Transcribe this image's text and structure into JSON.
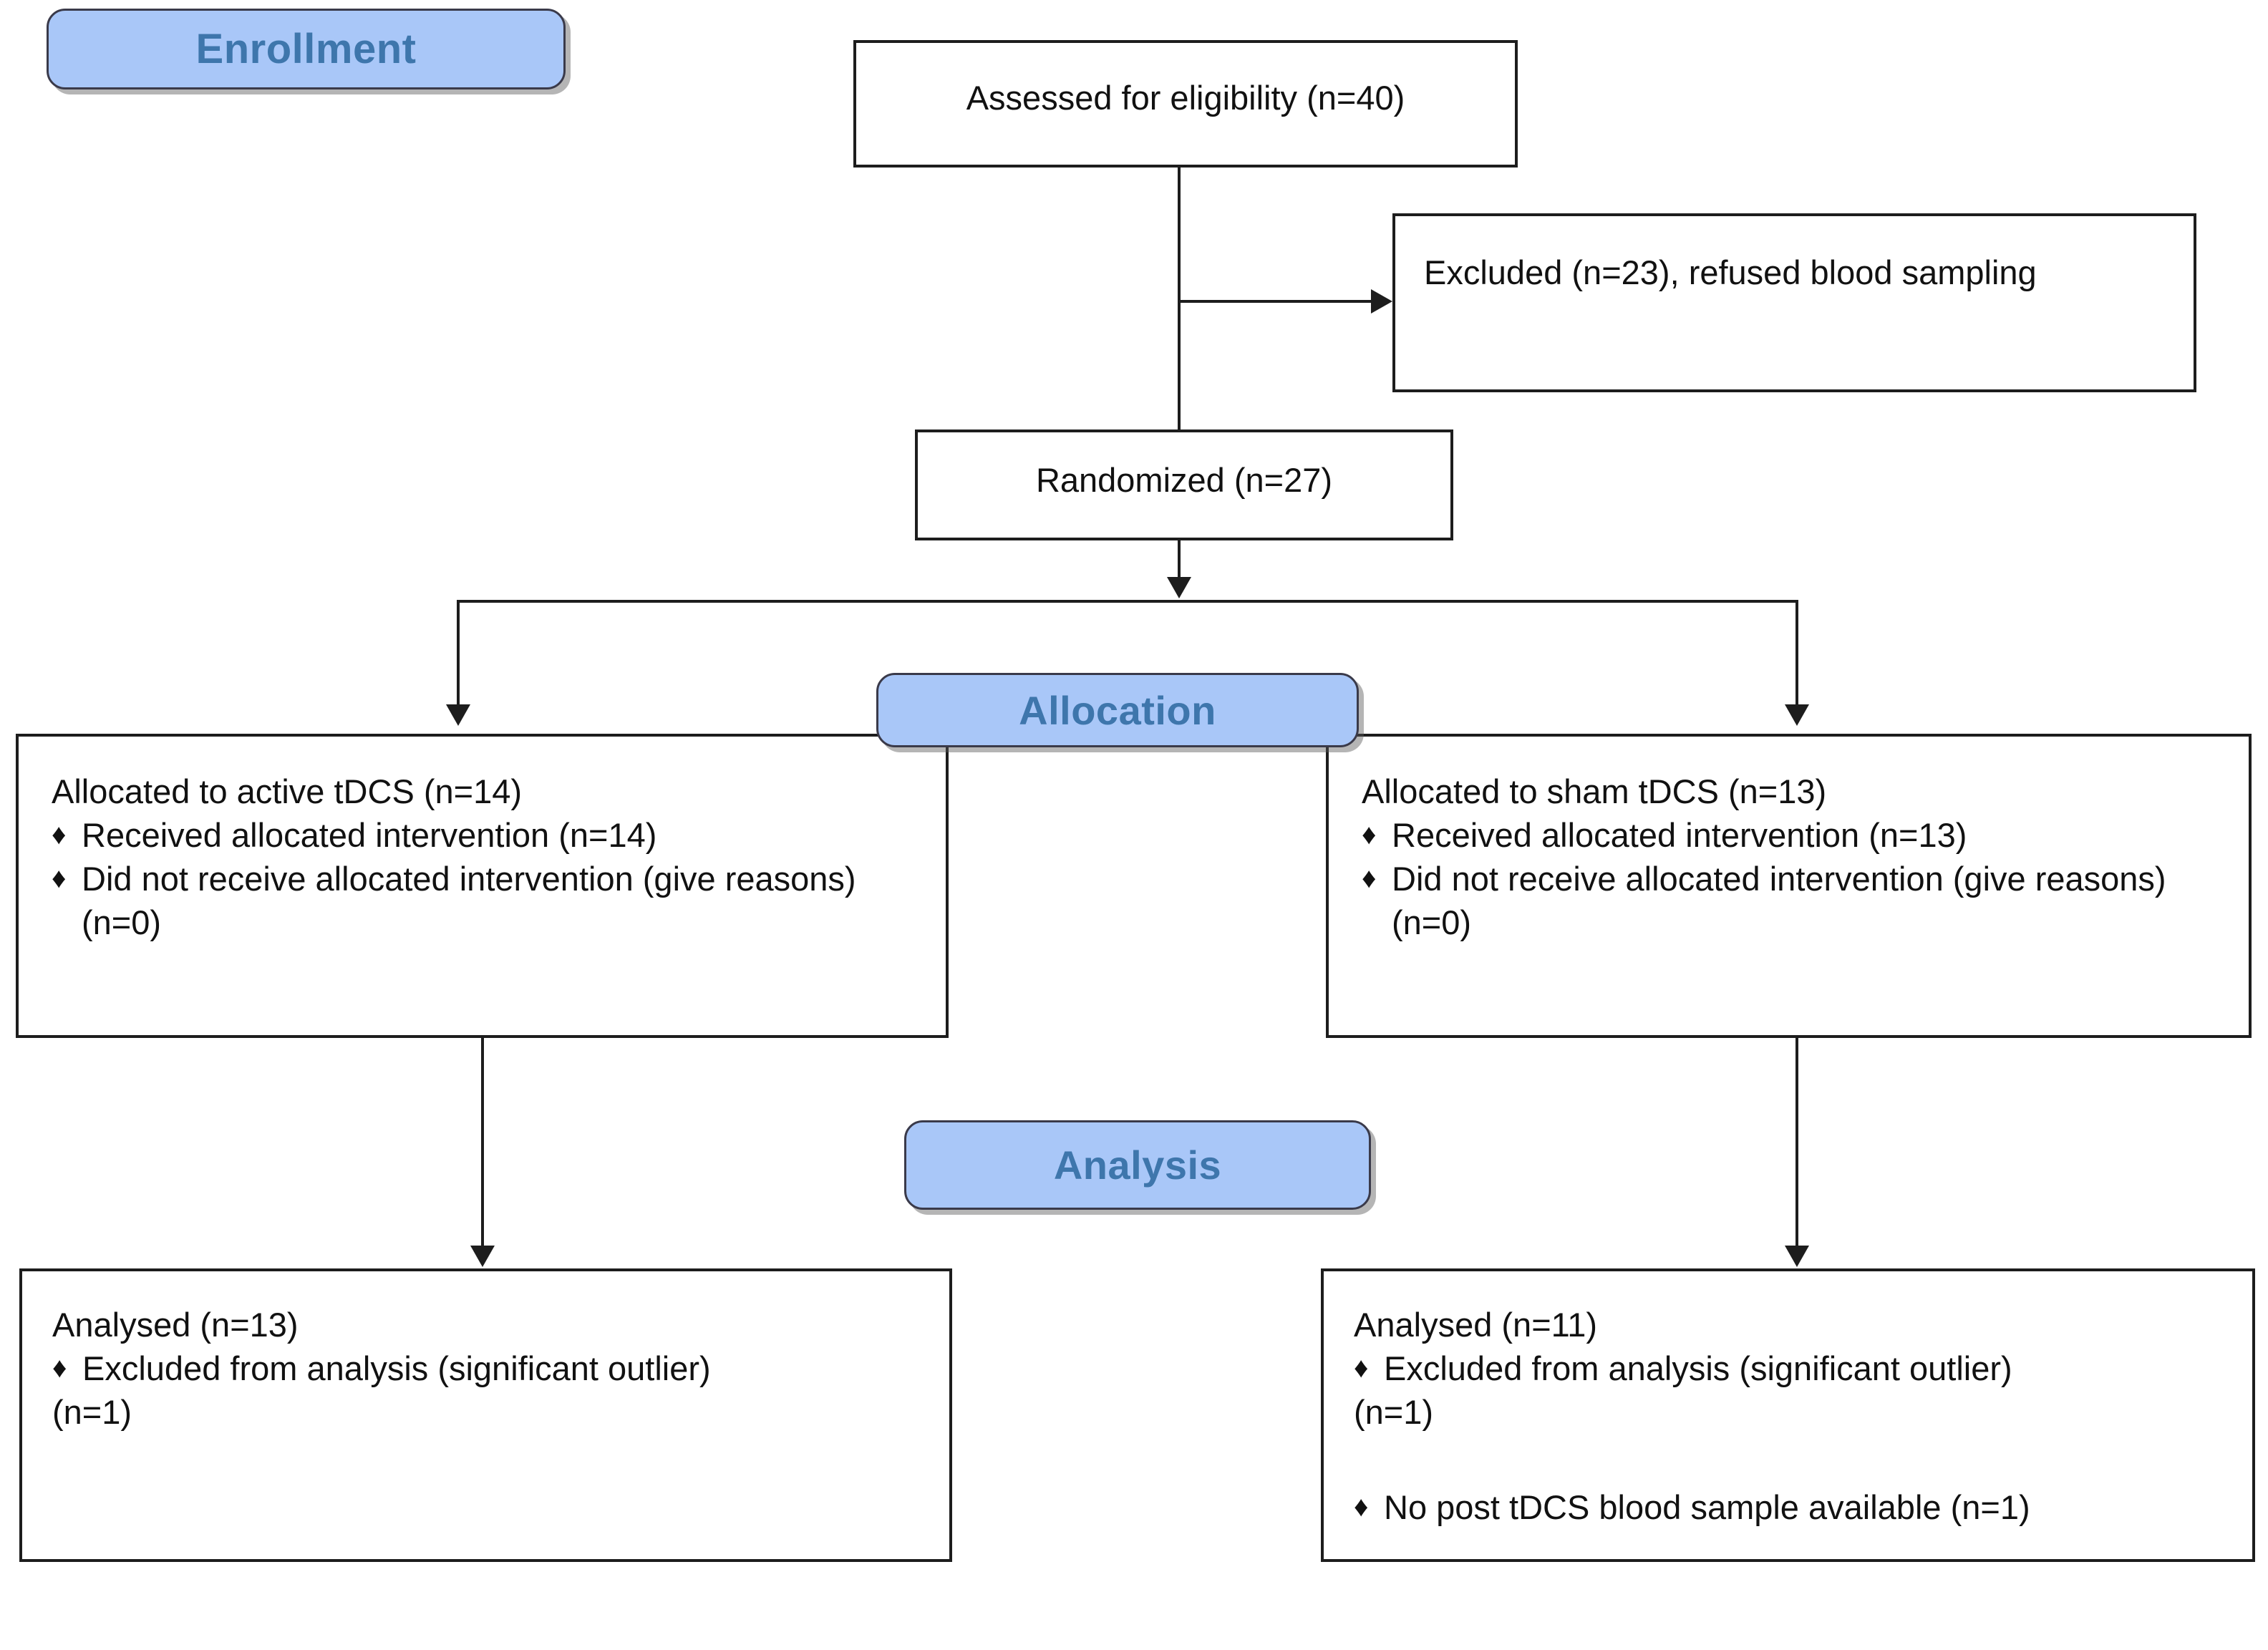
{
  "diagram": {
    "title": "CONSORT participant flow diagram",
    "accent_badge_fill": "#A9C7F8",
    "accent_badge_text": "#3E76AC",
    "box_border": "#1d1d1d",
    "background": "#ffffff",
    "bullet_glyph": "♦"
  },
  "phases": {
    "enrollment": "Enrollment",
    "allocation": "Allocation",
    "analysis": "Analysis"
  },
  "nodes": {
    "assessed": {
      "text": "Assessed for eligibility (n=40)"
    },
    "excluded": {
      "text": "Excluded (n=23), refused blood sampling"
    },
    "randomized": {
      "text": "Randomized (n=27)"
    },
    "allocated_active": {
      "header": "Allocated to active tDCS (n=14)",
      "bullets": [
        "Received allocated intervention (n=14)",
        "Did not receive allocated intervention (give reasons) (n=0)"
      ]
    },
    "allocated_sham": {
      "header": "Allocated to sham tDCS (n=13)",
      "bullets": [
        "Received allocated intervention (n=13)",
        "Did not receive allocated intervention (give reasons) (n=0)"
      ]
    },
    "analysed_active": {
      "header": "Analysed (n=13)",
      "bullets": [
        "Excluded from analysis (significant outlier)",
        "(n=1)"
      ]
    },
    "analysed_sham": {
      "header": "Analysed (n=11)",
      "bullets": [
        "Excluded from analysis (significant outlier)",
        "(n=1)",
        "No post tDCS blood sample available (n=1)"
      ]
    }
  },
  "counts": {
    "assessed_for_eligibility": 40,
    "excluded_refused_blood_sampling": 23,
    "randomized": 27,
    "allocated_active_tdcs": 14,
    "received_active_intervention": 14,
    "did_not_receive_active_intervention": 0,
    "allocated_sham_tdcs": 13,
    "received_sham_intervention": 13,
    "did_not_receive_sham_intervention": 0,
    "analysed_active": 13,
    "analysed_active_excluded_outlier": 1,
    "analysed_sham": 11,
    "analysed_sham_excluded_outlier": 1,
    "analysed_sham_no_post_sample": 1
  }
}
